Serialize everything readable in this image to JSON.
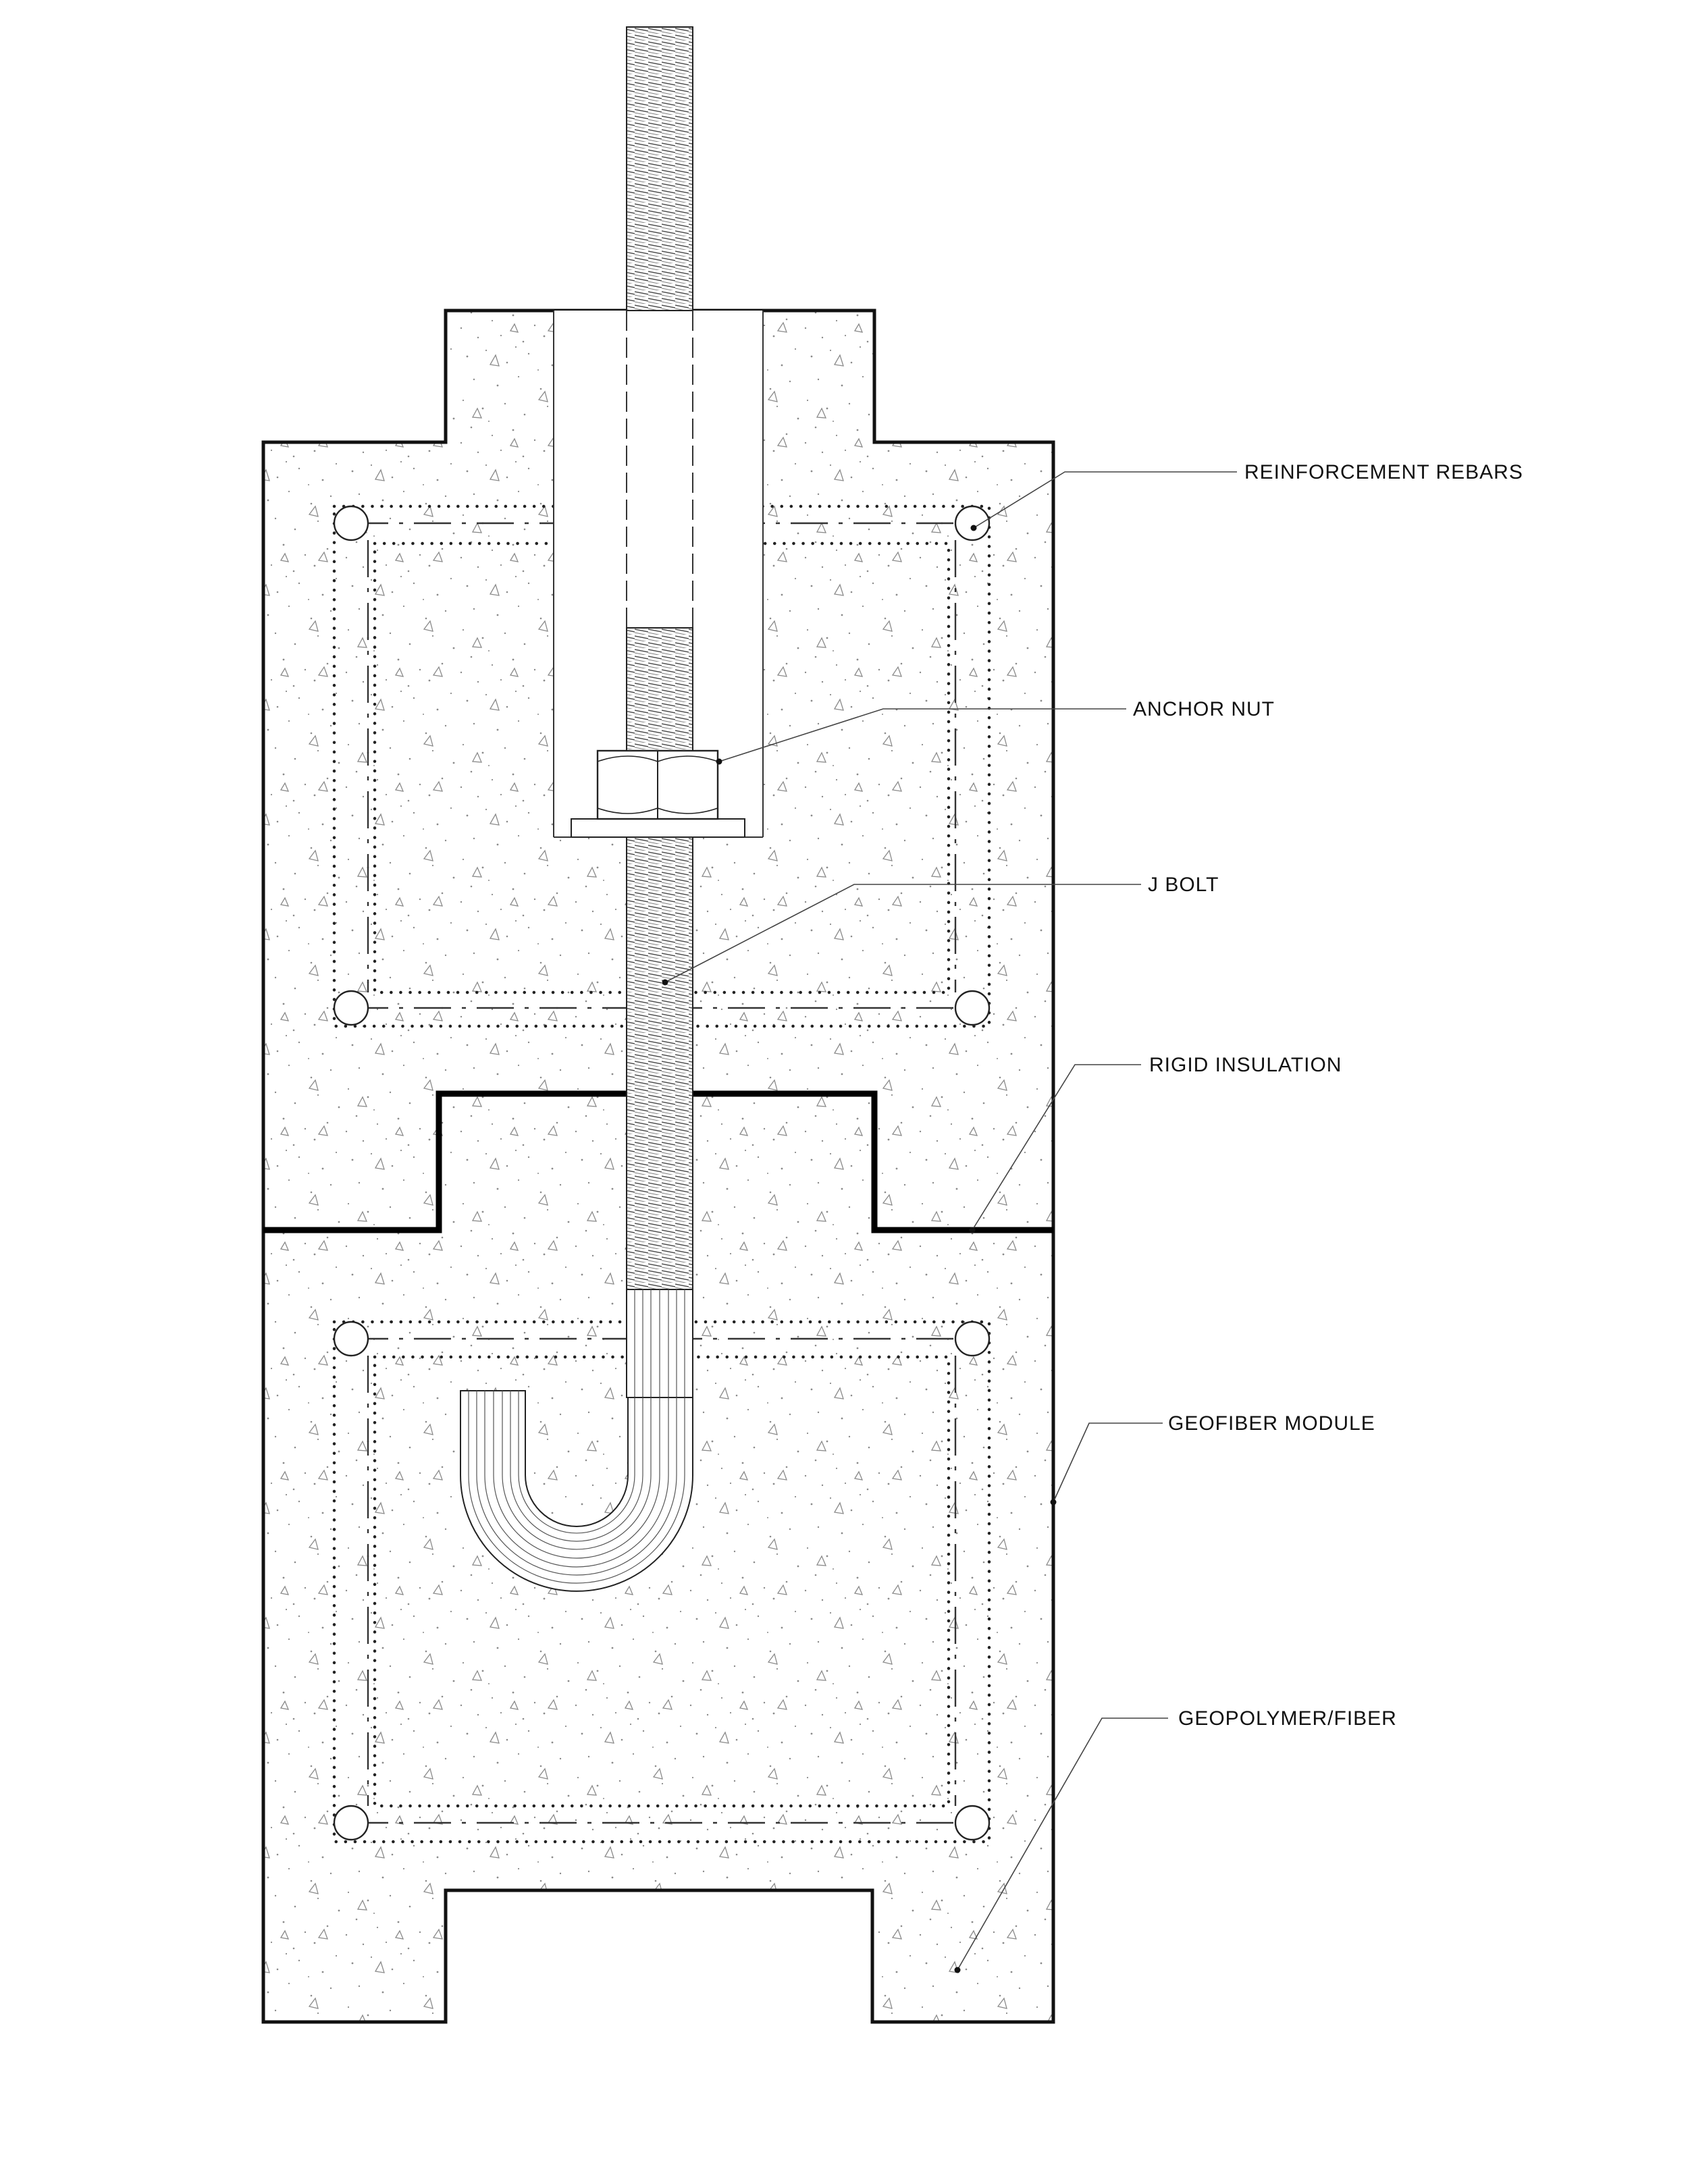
{
  "labels": {
    "reinforcement_rebars": "REINFORCEMENT REBARS",
    "anchor_nut": "ANCHOR NUT",
    "j_bolt": "J BOLT",
    "rigid_insulation": "RIGID INSULATION",
    "geofiber_module": "GEOFIBER MODULE",
    "geopolymer_fiber": "GEOPOLYMER/FIBER"
  },
  "colors": {
    "line": "#111111",
    "hatch": "#9a9a9a",
    "background": "#ffffff"
  }
}
